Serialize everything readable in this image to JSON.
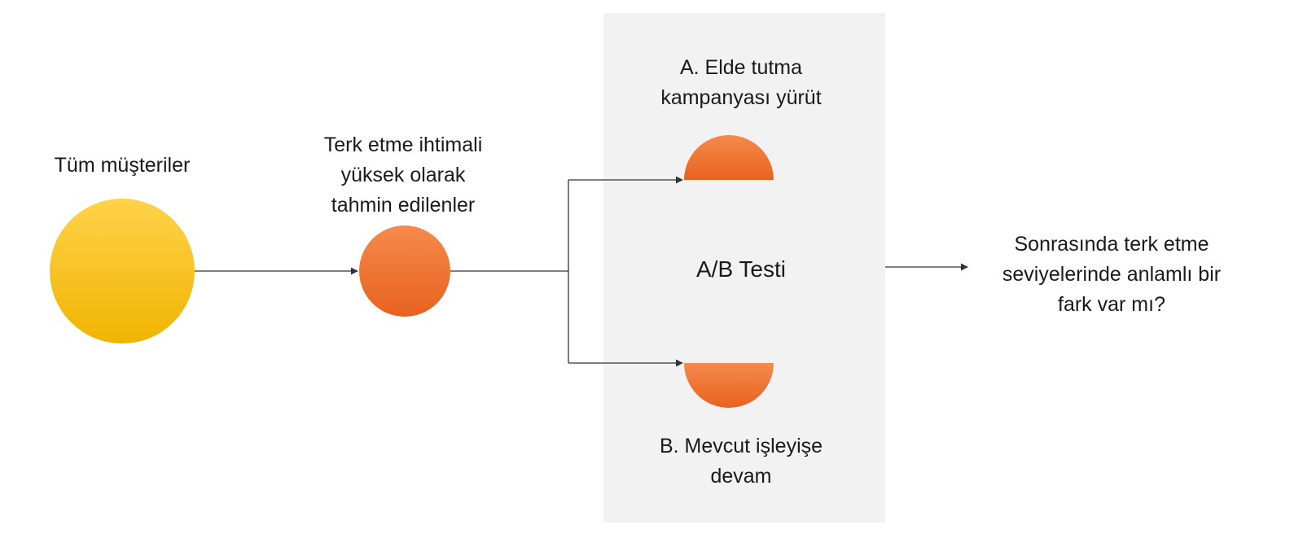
{
  "diagram": {
    "colors": {
      "panel": "#f2f2f2",
      "line": "#333333",
      "yellow_light": "#ffd24a",
      "yellow_dark": "#f0b400",
      "orange_light": "#f58a4c",
      "orange_dark": "#e8621e"
    },
    "nodes": {
      "all_customers": "Tüm müşteriler",
      "predicted_churn": "Terk etme ihtimali\nyüksek olarak\ntahmin edilenler",
      "group_a": "A. Elde tutma\nkampanyası yürüt",
      "ab_test": "A/B Testi",
      "group_b": "B. Mevcut işleyişe\ndevam",
      "question": "Sonrasında terk etme\nseviyelerinde anlamlı bir\nfark var mı?"
    }
  }
}
